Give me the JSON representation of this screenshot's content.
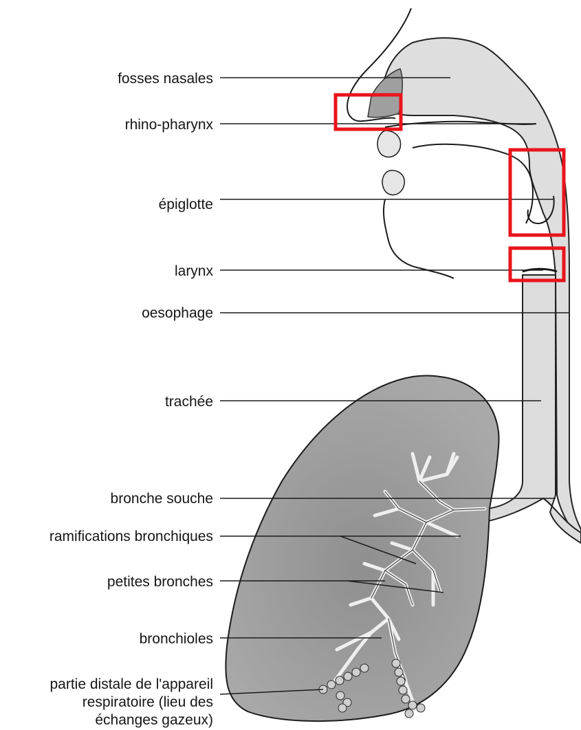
{
  "diagram": {
    "labels": {
      "fosses_nasales": "fosses nasales",
      "rhino_pharynx": "rhino-pharynx",
      "epiglotte": "épiglotte",
      "larynx": "larynx",
      "oesophage": "oesophage",
      "trachee": "trachée",
      "bronche_souche": "bronche souche",
      "ramifications": "ramifications bronchiques",
      "petites_bronches": "petites bronches",
      "bronchioles": "bronchioles",
      "partie_distale": "partie distale de l'appareil\nrespiratoire (lieu des\néchanges gazeux)"
    },
    "colors": {
      "highlight_box": "#e8151b",
      "airway_fill": "#dedede",
      "lung_fill": "#9c9c9c",
      "line": "#1a1a1a"
    },
    "highlight_count": 3
  }
}
